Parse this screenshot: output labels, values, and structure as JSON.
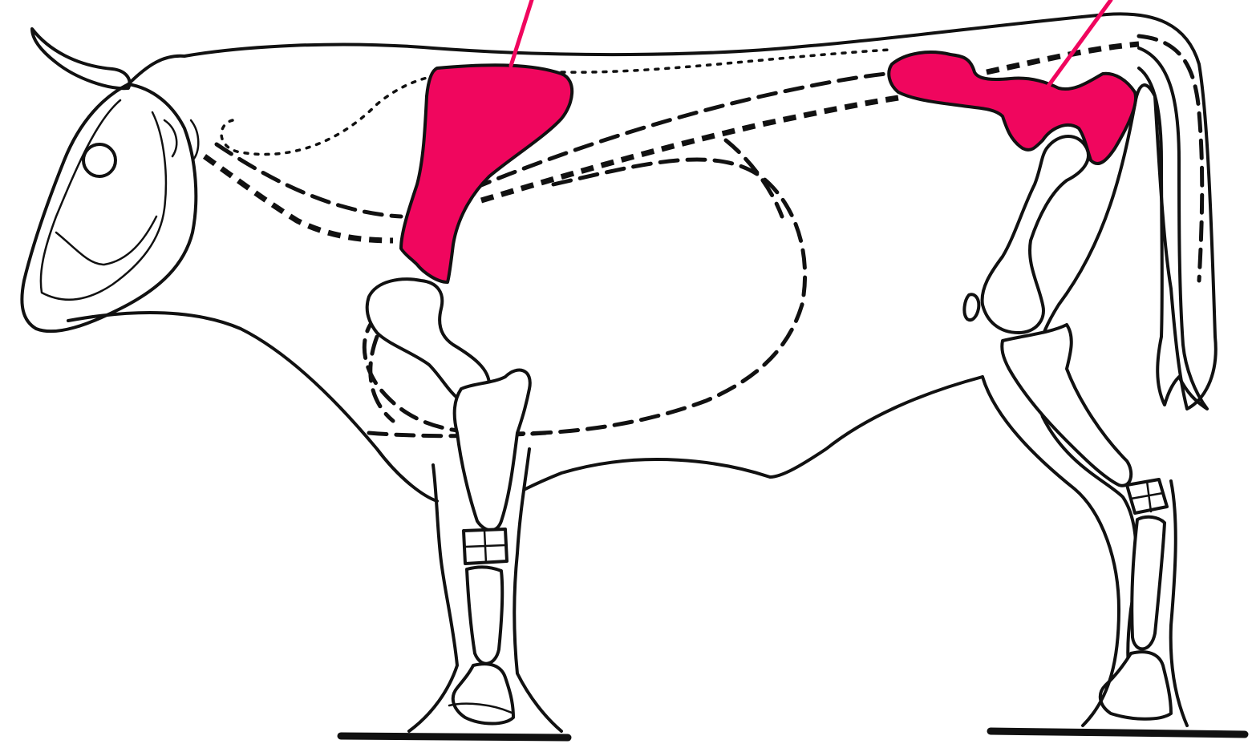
{
  "diagram": {
    "subject": "cow-skeleton-outline",
    "highlighted_parts": [
      {
        "id": "scapula",
        "color": "#f0065e"
      },
      {
        "id": "pelvis",
        "color": "#f0065e"
      }
    ],
    "pointer_color": "#f0065e",
    "outline_color": "#111111",
    "background": "#ffffff"
  }
}
